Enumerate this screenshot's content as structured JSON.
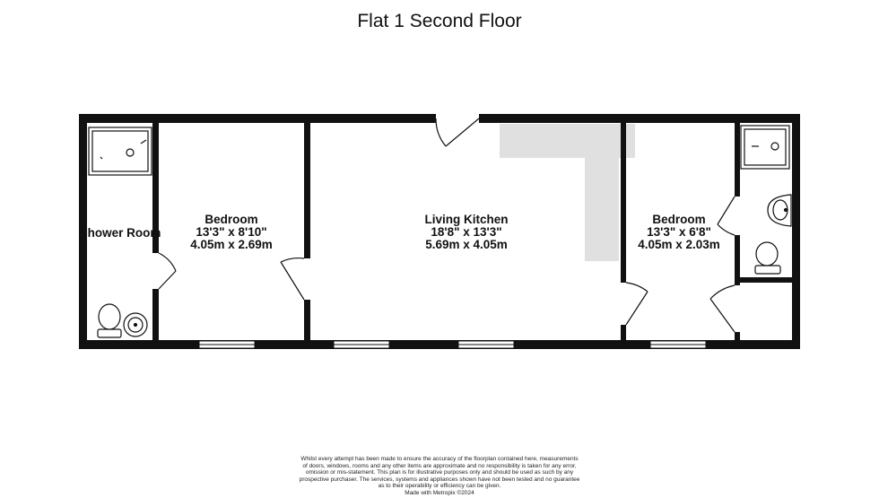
{
  "title": "Flat 1 Second Floor",
  "rooms": [
    {
      "name": "Shower Room",
      "imperial": "",
      "metric": ""
    },
    {
      "name": "Bedroom",
      "imperial": "13'3\"  x 8'10\"",
      "metric": "4.05m  x 2.69m"
    },
    {
      "name": "Living Kitchen",
      "imperial": "18'8\"  x 13'3\"",
      "metric": "5.69m  x 4.05m"
    },
    {
      "name": "Bedroom",
      "imperial": "13'3\"  x 6'8\"",
      "metric": "4.05m  x 2.03m"
    }
  ],
  "disclaimer": [
    "Whilst every attempt has been made to ensure the accuracy of the floorplan contained here, measurements",
    "of doors, windows, rooms and any other items are approximate and no responsibility is taken for any error,",
    "omission or mis-statement. This plan is for illustrative purposes only and should be used as such by any",
    "prospective purchaser. The services, systems and appliances shown have not been tested and no guarantee",
    "as to their operability or efficiency can be given.",
    "Made with Metropix ©2024"
  ],
  "colors": {
    "wall": "#111111",
    "shaded_area": "#e0e0e0",
    "window": "#ffffff"
  }
}
